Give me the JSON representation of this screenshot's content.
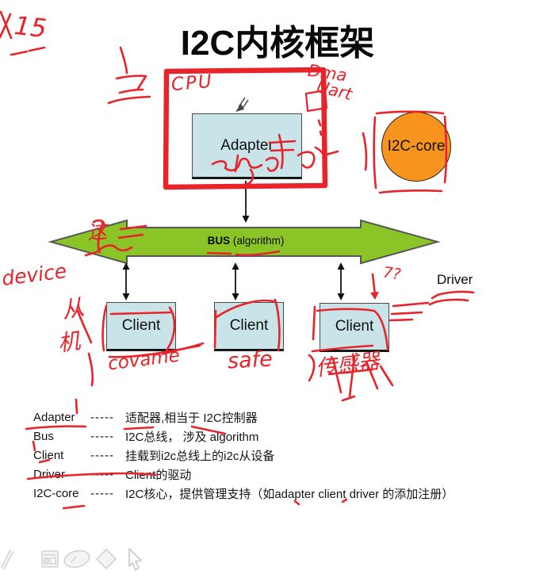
{
  "title": "I2C内核框架",
  "diagram": {
    "adapter_label": "Adapter",
    "i2c_core_label": "I2C-core",
    "bus_bold": "BUS",
    "bus_rest": "(algorithm)",
    "client_labels": [
      "Client",
      "Client",
      "Client"
    ],
    "driver_label": "Driver"
  },
  "legend": {
    "rows": [
      {
        "term": "Adapter",
        "dashes": "-----",
        "desc": "适配器,相当于 I2C控制器"
      },
      {
        "term": "Bus",
        "dashes": "-----",
        "desc": "I2C总线， 涉及 algorithm"
      },
      {
        "term": "Client",
        "dashes": "-----",
        "desc": "挂载到i2c总线上的i2c从设备"
      },
      {
        "term": "Driver",
        "dashes": "-----",
        "desc": "Client的驱动"
      },
      {
        "term": "I2C-core",
        "dashes": "-----",
        "desc": "I2C核心，提供管理支持（如adapter client driver 的添加注册）"
      }
    ]
  },
  "handwriting": {
    "mark_15": "15",
    "cpu": "CPU",
    "dma": "Dma",
    "uart": "Uart",
    "device": "device",
    "zhe": "这",
    "cong": "从",
    "ji": "机",
    "covame": "covame",
    "safe": "safe",
    "sensor": "传感器",
    "seven_q": "7?"
  },
  "colors": {
    "box_fill": "#C8E4E8",
    "bus_green": "#8BC427",
    "core_orange": "#F7941E",
    "pen_red": "#E8232A"
  },
  "toolbar": {
    "icons": [
      "pen-icon",
      "palette-icon",
      "ellipse-icon",
      "diamond-icon",
      "pointer-icon"
    ]
  }
}
